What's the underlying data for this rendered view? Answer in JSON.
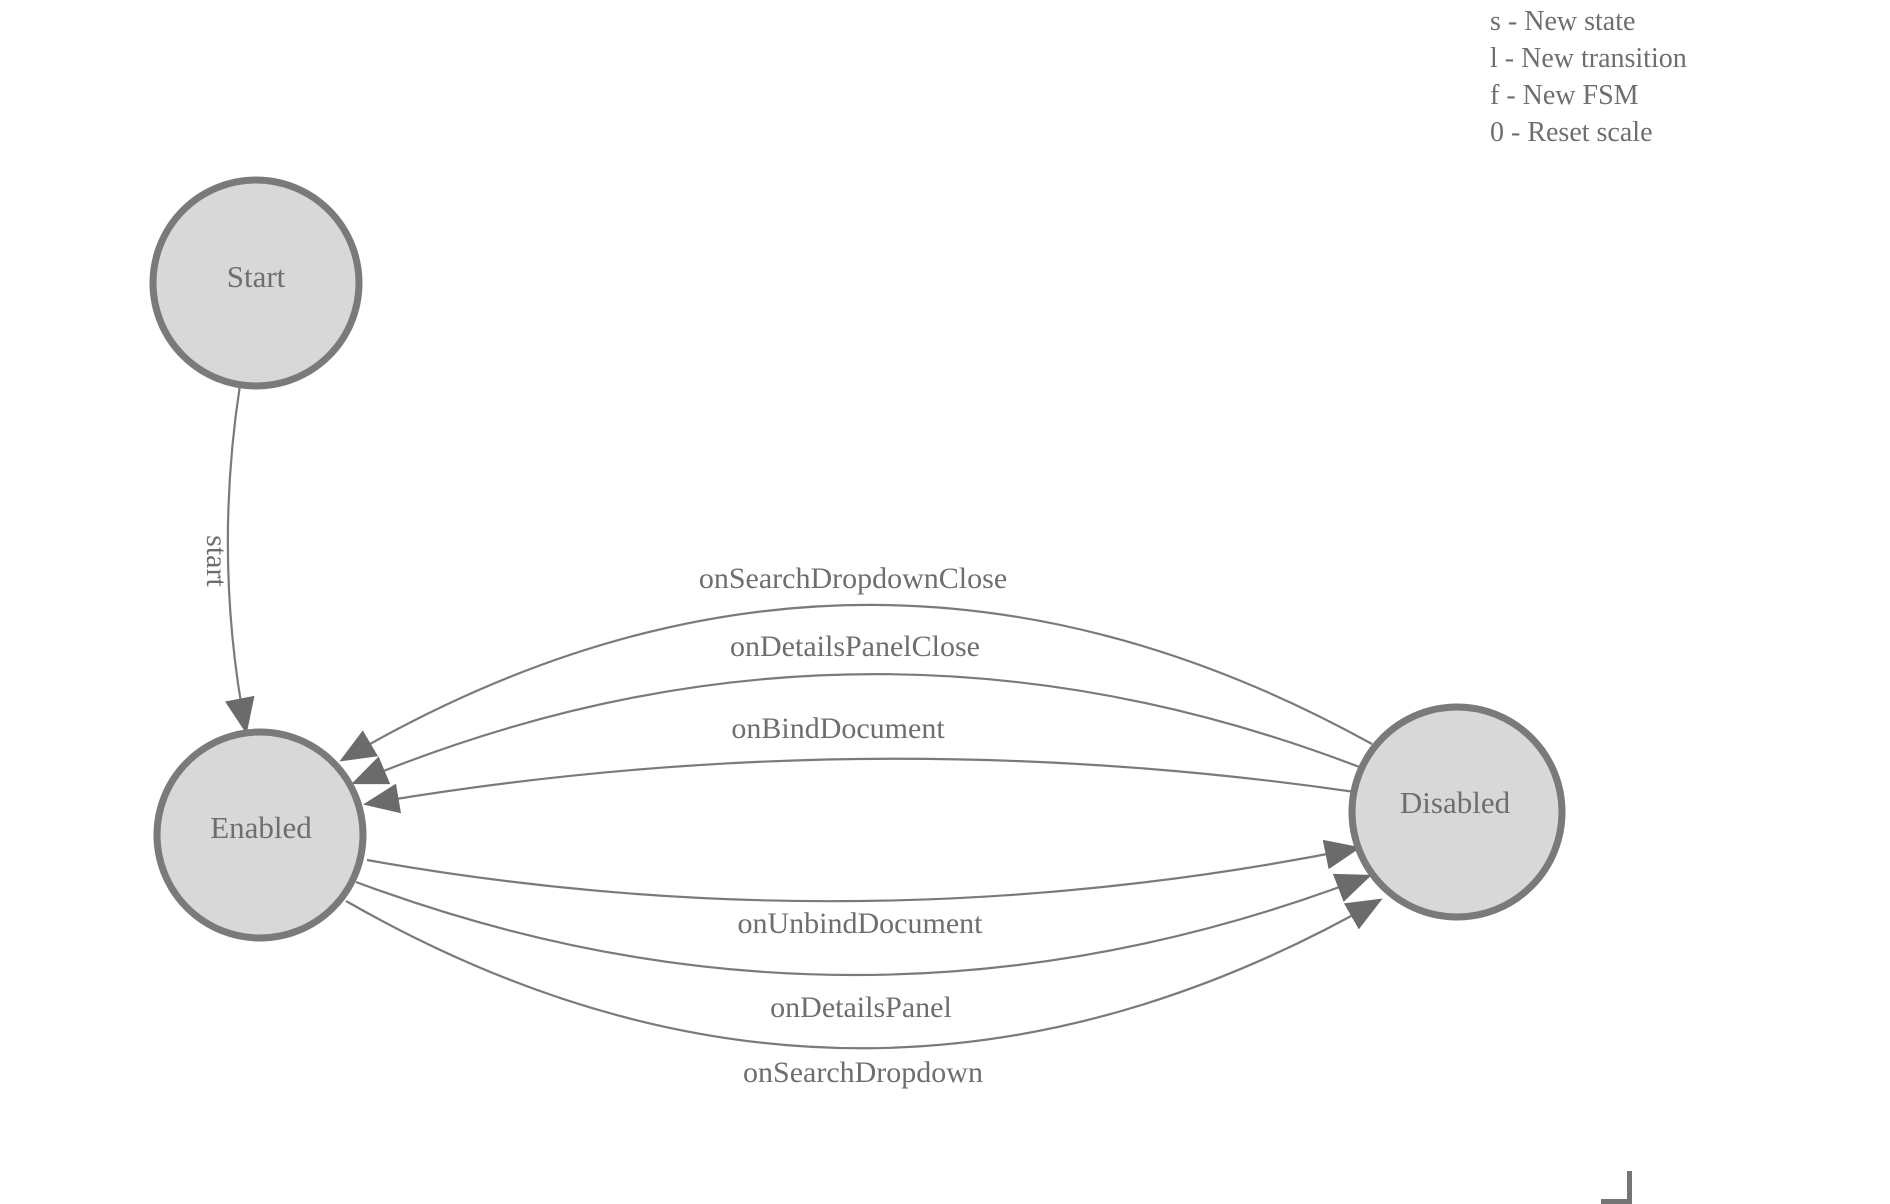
{
  "legend": {
    "items": [
      {
        "key": "s",
        "text": "s - New state"
      },
      {
        "key": "l",
        "text": "l - New transition"
      },
      {
        "key": "f",
        "text": "f - New FSM"
      },
      {
        "key": "0",
        "text": "0 - Reset scale"
      }
    ]
  },
  "diagram": {
    "states": [
      {
        "id": "start",
        "label": "Start"
      },
      {
        "id": "enabled",
        "label": "Enabled"
      },
      {
        "id": "disabled",
        "label": "Disabled"
      }
    ],
    "transitions": [
      {
        "from": "Start",
        "to": "Enabled",
        "label": "start"
      },
      {
        "from": "Disabled",
        "to": "Enabled",
        "label": "onSearchDropdownClose"
      },
      {
        "from": "Disabled",
        "to": "Enabled",
        "label": "onDetailsPanelClose"
      },
      {
        "from": "Disabled",
        "to": "Enabled",
        "label": "onBindDocument"
      },
      {
        "from": "Enabled",
        "to": "Disabled",
        "label": "onUnbindDocument"
      },
      {
        "from": "Enabled",
        "to": "Disabled",
        "label": "onDetailsPanel"
      },
      {
        "from": "Enabled",
        "to": "Disabled",
        "label": "onSearchDropdown"
      }
    ],
    "colors": {
      "state_fill": "#d8d8d8",
      "state_stroke": "#7a7a7a",
      "edge": "#7a7a7a",
      "arrow": "#6b6b6b",
      "label_text": "#6e6e6e",
      "legend_text": "#6e6e6e",
      "corner_mark": "#757575"
    }
  }
}
